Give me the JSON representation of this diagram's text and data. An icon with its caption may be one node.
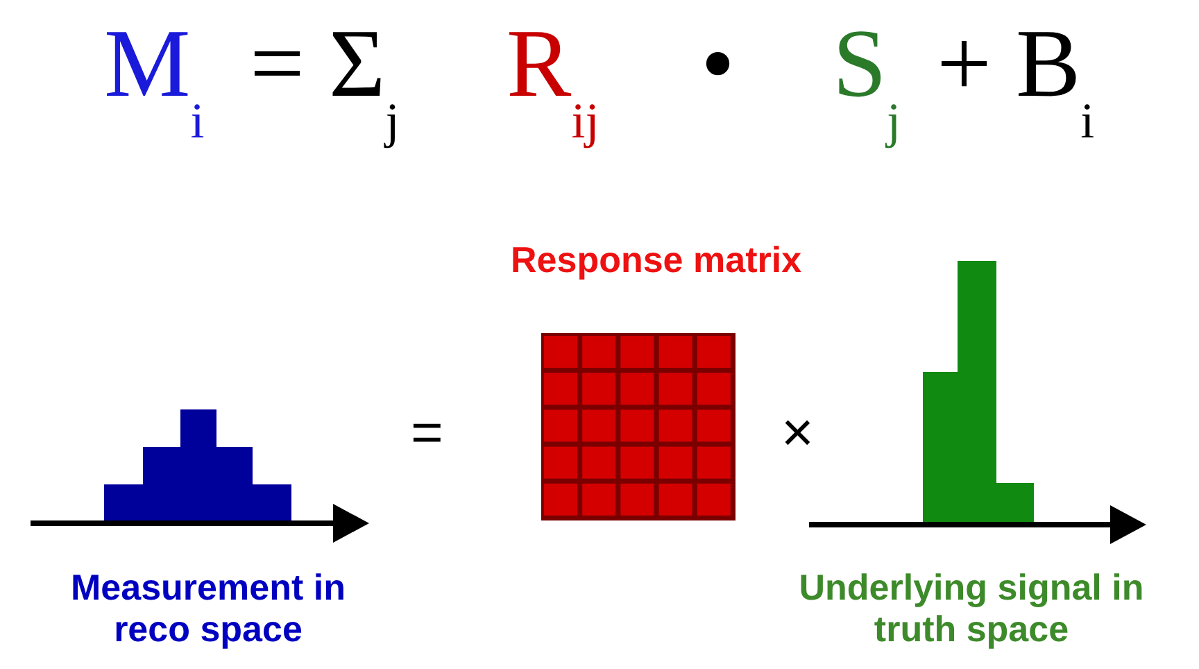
{
  "diagram": {
    "labels": [
      "M$_{i}$",
      "= Σ$_{j}$",
      "R$_{ij}$",
      "•",
      "S$_{j}$",
      "+ B$_{i}$",
      "Response matrix",
      "=",
      "×",
      "Measurement in reco space",
      "Underlying signal in truth space"
    ]
  }
}
